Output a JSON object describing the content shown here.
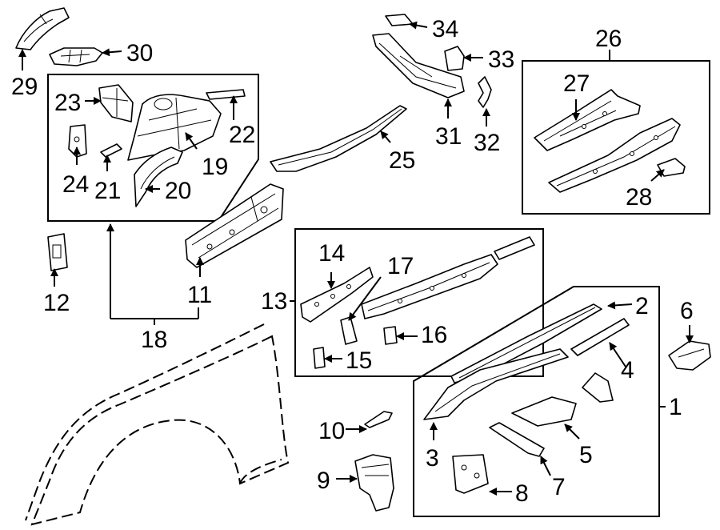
{
  "diagram": {
    "callouts": {
      "c1": "1",
      "c2": "2",
      "c3": "3",
      "c4": "4",
      "c5": "5",
      "c6": "6",
      "c7": "7",
      "c8": "8",
      "c9": "9",
      "c10": "10",
      "c11": "11",
      "c12": "12",
      "c13": "13",
      "c14": "14",
      "c15": "15",
      "c16": "16",
      "c17": "17",
      "c18": "18",
      "c19": "19",
      "c20": "20",
      "c21": "21",
      "c22": "22",
      "c23": "23",
      "c24": "24",
      "c25": "25",
      "c26": "26",
      "c27": "27",
      "c28": "28",
      "c29": "29",
      "c30": "30",
      "c31": "31",
      "c32": "32",
      "c33": "33",
      "c34": "34"
    }
  }
}
